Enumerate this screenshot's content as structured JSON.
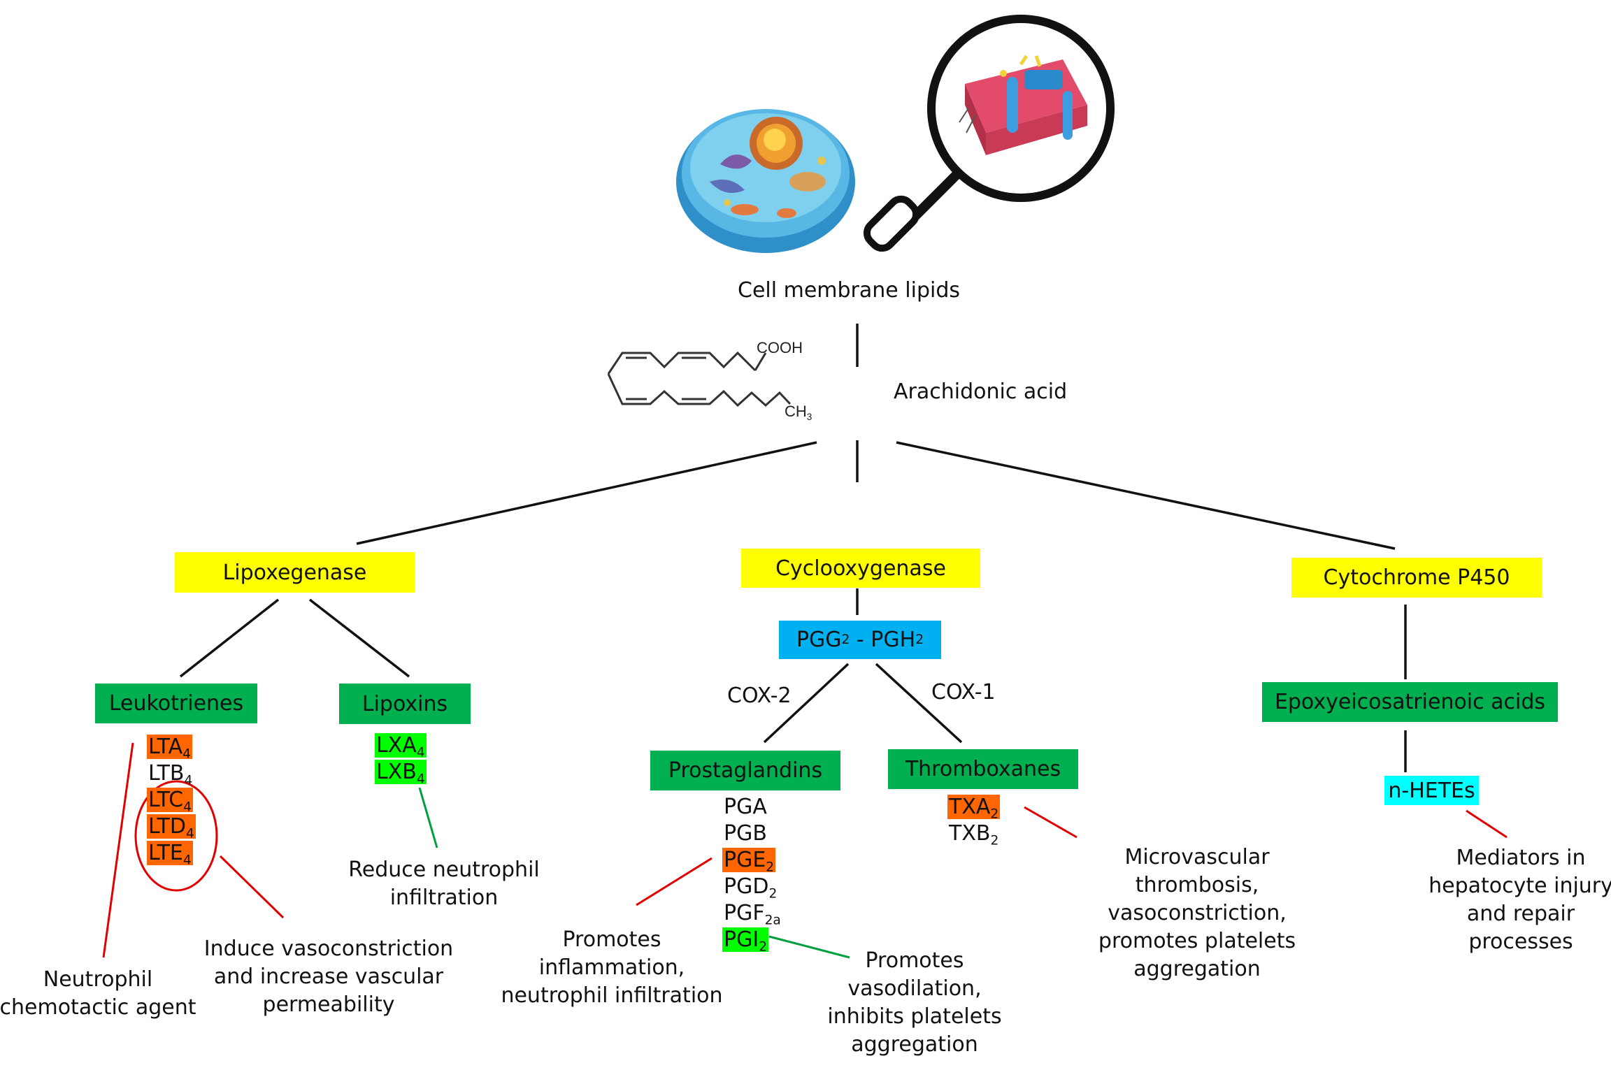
{
  "header": {
    "membrane_label": "Cell membrane lipids"
  },
  "molecule": {
    "name": "Arachidonic acid",
    "cooh": "COOH",
    "ch3": "CH",
    "ch3_sub": "3"
  },
  "enzymes": {
    "lipoxygenase": "Lipoxegenase",
    "cyclooxygenase": "Cyclooxygenase",
    "cyp450": "Cytochrome P450"
  },
  "intermediate": {
    "a": "PGG",
    "a_sub": "2",
    "sep": " - PGH",
    "b_sub": "2"
  },
  "pathway_labels": {
    "cox2": "COX-2",
    "cox1": "COX-1"
  },
  "classes": {
    "leukotrienes": "Leukotrienes",
    "lipoxins": "Lipoxins",
    "prostaglandins": "Prostaglandins",
    "thromboxanes": "Thromboxanes",
    "eets": "Epoxyeicosatrienoic acids",
    "hetes": "n-HETEs"
  },
  "leukotriene_list": [
    {
      "base": "LTA",
      "sub": "4",
      "highlight": "orange"
    },
    {
      "base": "LTB",
      "sub": "4",
      "highlight": "none"
    },
    {
      "base": "LTC",
      "sub": "4",
      "highlight": "orange"
    },
    {
      "base": "LTD",
      "sub": "4",
      "highlight": "orange"
    },
    {
      "base": "LTE",
      "sub": "4",
      "highlight": "orange"
    }
  ],
  "lipoxin_list": [
    {
      "base": "LXA",
      "sub": "4",
      "highlight": "green"
    },
    {
      "base": "LXB",
      "sub": "4",
      "highlight": "green"
    }
  ],
  "prostaglandin_list": [
    {
      "base": "PGA",
      "sub": "",
      "highlight": "none"
    },
    {
      "base": "PGB",
      "sub": "",
      "highlight": "none"
    },
    {
      "base": "PGE",
      "sub": "2",
      "highlight": "orange"
    },
    {
      "base": "PGD",
      "sub": "2",
      "highlight": "none"
    },
    {
      "base": "PGF",
      "sub": "2a",
      "highlight": "none"
    },
    {
      "base": "PGI",
      "sub": "2",
      "highlight": "green"
    }
  ],
  "thromboxane_list": [
    {
      "base": "TXA",
      "sub": "2",
      "highlight": "orange"
    },
    {
      "base": "TXB",
      "sub": "2",
      "highlight": "none"
    }
  ],
  "effects": {
    "neutrophil_chemotactic": [
      "Neutrophil",
      "chemotactic agent"
    ],
    "vasoconstriction": [
      "Induce vasoconstriction",
      "and increase vascular",
      "permeability"
    ],
    "reduce_neutrophil": [
      "Reduce neutrophil",
      "infiltration"
    ],
    "promotes_inflammation": [
      "Promotes",
      "inflammation,",
      "neutrophil infiltration"
    ],
    "promotes_vasodilation": [
      "Promotes",
      "vasodilation,",
      "inhibits platelets",
      "aggregation"
    ],
    "microvascular": [
      "Microvascular",
      "thrombosis,",
      "vasoconstriction,",
      "promotes platelets",
      "aggregation"
    ],
    "mediators": [
      "Mediators in",
      "hepatocyte injury",
      "and repair",
      "processes"
    ]
  },
  "colors": {
    "enzyme_box": "#ffff00",
    "class_box": "#00b050",
    "intermediate_box": "#00b0f0",
    "hetes_box": "#00ffff",
    "harmful_highlight": "#ff6600",
    "protective_highlight": "#00ff00",
    "harmful_line": "#e00000",
    "protective_line": "#00a040"
  },
  "icons": [
    "cell-illustration-icon",
    "magnifying-glass-icon",
    "lipid-bilayer-icon"
  ]
}
